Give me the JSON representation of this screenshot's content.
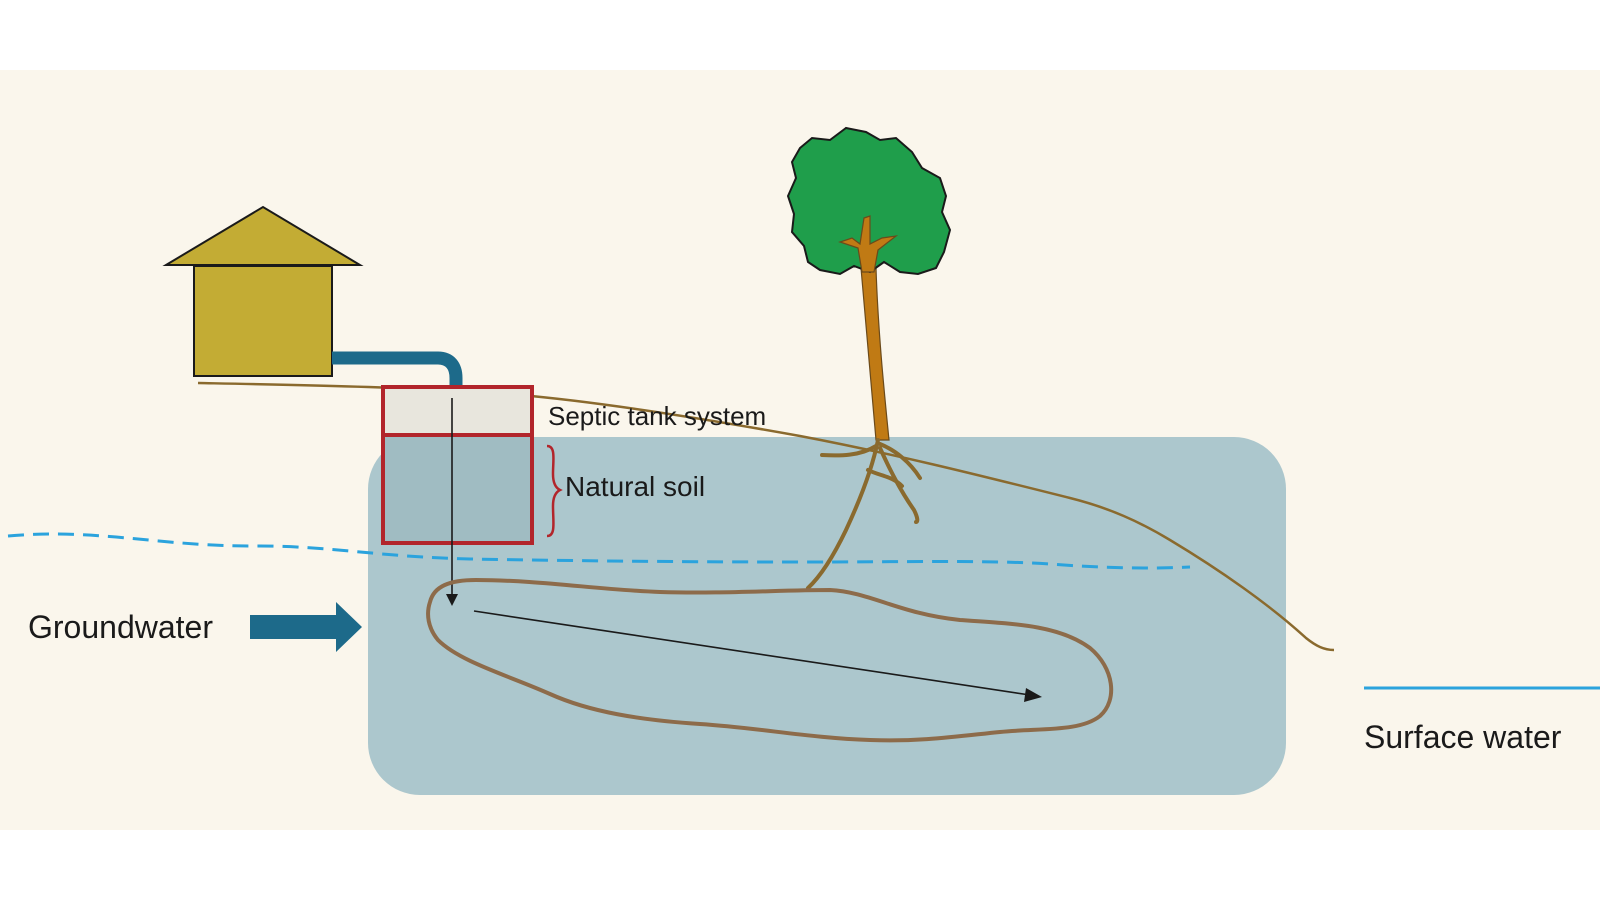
{
  "labels": {
    "septic_tank_system": "Septic tank system",
    "natural_soil": "Natural soil",
    "groundwater": "Groundwater",
    "surface_water": "Surface water"
  },
  "colors": {
    "background": "#faf6ec",
    "house": "#c3ac34",
    "pipe": "#1d6a8a",
    "tank_outline": "#b2252b",
    "groundwater_zone": "#acc7cd",
    "water_table": "#2ba3dd",
    "ground_surface": "#8a6a2e",
    "plume": "#8d6b4a",
    "tree_canopy": "#1f9e4b",
    "tree_trunk": "#c07a14",
    "flow_arrow": "#1d6a8a"
  }
}
